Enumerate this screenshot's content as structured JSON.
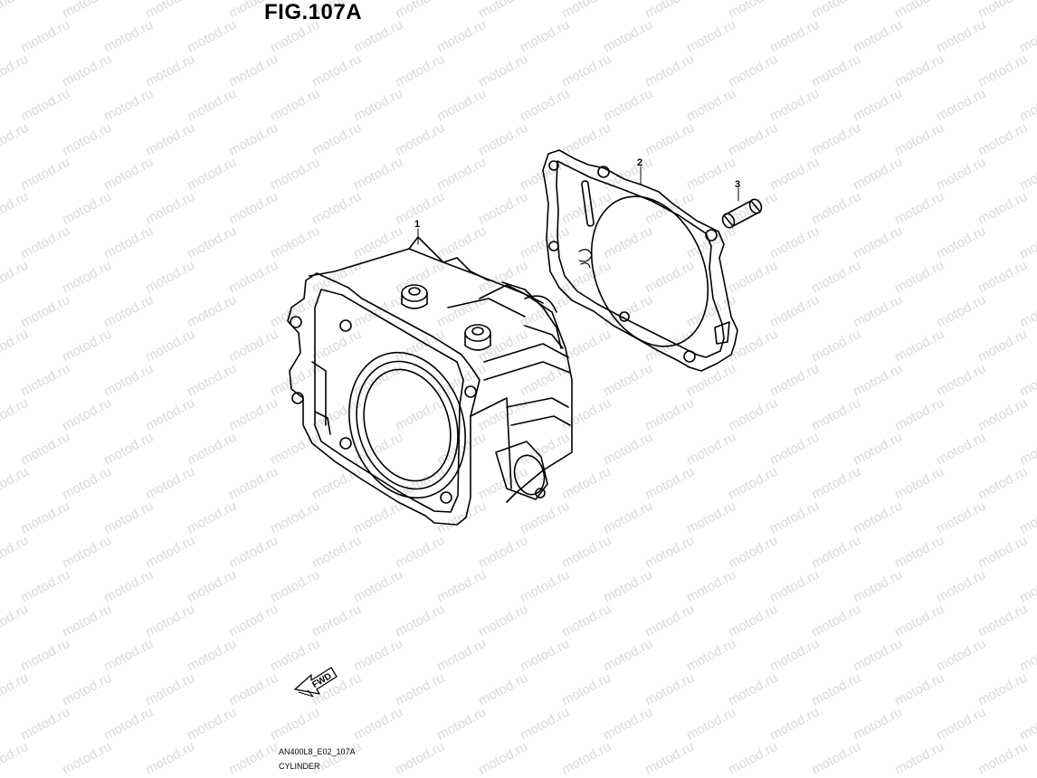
{
  "figure": {
    "title": "FIG.107A"
  },
  "watermark": {
    "text": "motod.ru"
  },
  "callouts": [
    {
      "number": "1",
      "part": "cylinder"
    },
    {
      "number": "2",
      "part": "gasket"
    },
    {
      "number": "3",
      "part": "dowel-pin"
    }
  ],
  "direction_marker": {
    "label": "FWD"
  },
  "footer": {
    "code": "AN400L8_E02_107A",
    "caption": "CYLINDER"
  }
}
